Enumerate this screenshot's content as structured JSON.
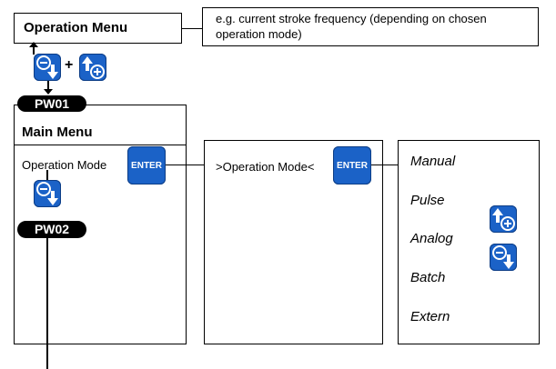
{
  "operation_menu": {
    "title": "Operation Menu"
  },
  "note": {
    "text": "e.g. current stroke frequency (depending on chosen operation mode)"
  },
  "combo": {
    "plus": "+"
  },
  "pw01": {
    "label": "PW01"
  },
  "main_menu": {
    "title": "Main Menu",
    "item": "Operation Mode"
  },
  "pw02": {
    "label": "PW02"
  },
  "enter_key": {
    "label": "ENTER"
  },
  "submenu": {
    "item": ">Operation Mode<"
  },
  "modes": [
    "Manual",
    "Pulse",
    "Analog",
    "Batch",
    "Extern"
  ],
  "icons": {
    "minus_down": "minus-down-key-icon",
    "up_plus": "up-plus-key-icon"
  },
  "colors": {
    "key_blue": "#1b62c7",
    "pill_black": "#000000"
  }
}
